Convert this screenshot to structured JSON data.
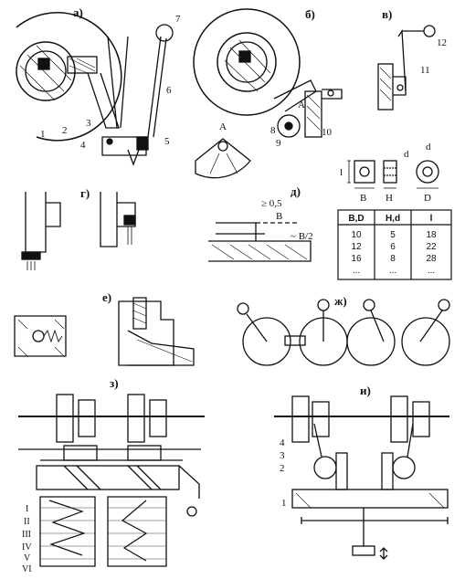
{
  "panels": {
    "a": {
      "label": "а)",
      "parts": [
        "1",
        "2",
        "3",
        "4",
        "5",
        "6",
        "7"
      ]
    },
    "b": {
      "label": "б)",
      "parts": [
        "8",
        "9",
        "10"
      ],
      "section": "А",
      "section_view": "А"
    },
    "v": {
      "label": "в)",
      "parts": [
        "11",
        "12"
      ]
    },
    "g": {
      "label": "г)"
    },
    "d": {
      "label": "д)",
      "gap": "≥ 0,5",
      "width": "B",
      "half": "~ B/2"
    },
    "dims": {
      "l": "l",
      "B": "B",
      "H": "H",
      "D": "D",
      "d1": "d",
      "d2": "d"
    },
    "e": {
      "label": "е)"
    },
    "zh": {
      "label": "ж)"
    },
    "z": {
      "label": "з)",
      "rows": [
        "I",
        "II",
        "III",
        "IV",
        "V",
        "VI"
      ]
    },
    "i": {
      "label": "и)",
      "parts": [
        "4",
        "3",
        "2",
        "1"
      ]
    }
  },
  "table": {
    "headers": [
      "B,D",
      "H,d",
      "l"
    ],
    "rows": [
      [
        "10",
        "5",
        "18"
      ],
      [
        "12",
        "6",
        "22"
      ],
      [
        "16",
        "8",
        "28"
      ],
      [
        "...",
        "...",
        "..."
      ]
    ]
  }
}
